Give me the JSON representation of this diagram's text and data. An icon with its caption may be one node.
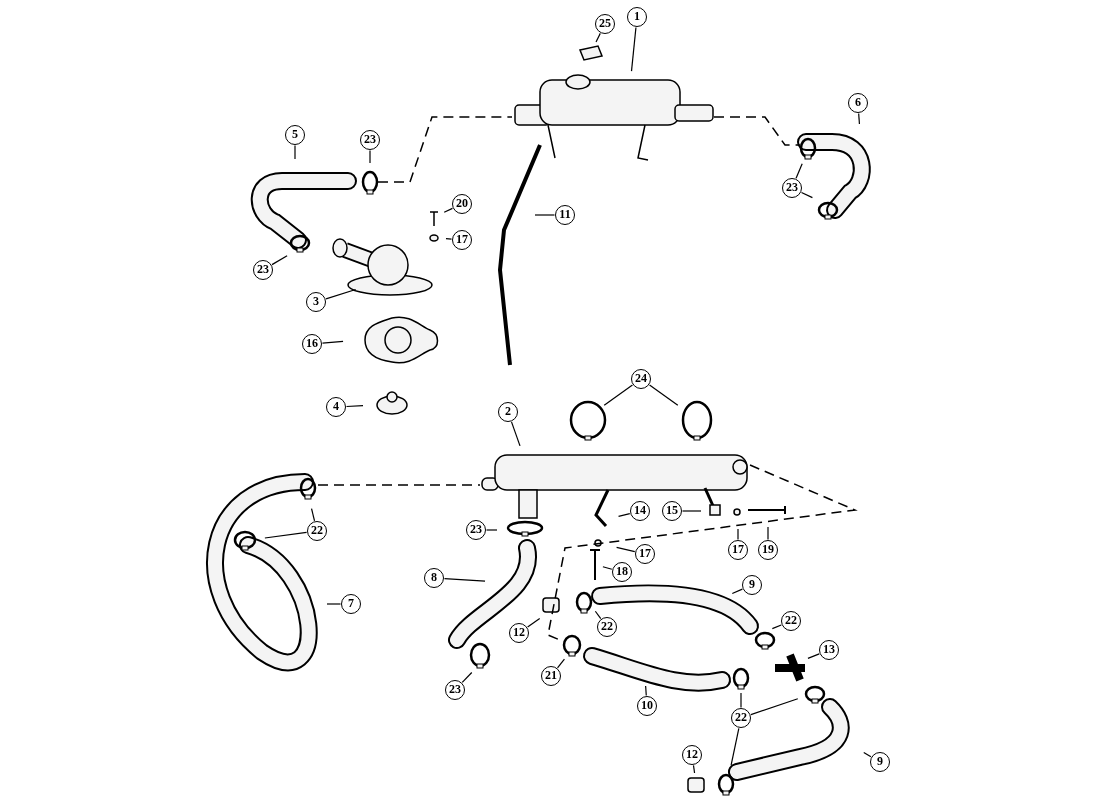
{
  "diagram": {
    "nodes": [
      {
        "text": [
          "1"
        ]
      },
      {
        "text": [
          "25"
        ]
      },
      {
        "text": [
          "5"
        ]
      },
      {
        "text": [
          "23"
        ]
      },
      {
        "text": [
          "6"
        ]
      },
      {
        "text": [
          "23"
        ]
      },
      {
        "text": [
          "20"
        ]
      },
      {
        "text": [
          "11"
        ]
      },
      {
        "text": [
          "17"
        ]
      },
      {
        "text": [
          "23"
        ]
      },
      {
        "text": [
          "3"
        ]
      },
      {
        "text": [
          "16"
        ]
      },
      {
        "text": [
          "4"
        ]
      },
      {
        "text": [
          "24"
        ]
      },
      {
        "text": [
          "2"
        ]
      },
      {
        "text": [
          "22"
        ]
      },
      {
        "text": [
          "14"
        ]
      },
      {
        "text": [
          "15"
        ]
      },
      {
        "text": [
          "23"
        ]
      },
      {
        "text": [
          "7"
        ]
      },
      {
        "text": [
          "17"
        ]
      },
      {
        "text": [
          "18"
        ]
      },
      {
        "text": [
          "17"
        ]
      },
      {
        "text": [
          "19"
        ]
      },
      {
        "text": [
          "8"
        ]
      },
      {
        "text": [
          "9"
        ]
      },
      {
        "text": [
          "12"
        ]
      },
      {
        "text": [
          "22"
        ]
      },
      {
        "text": [
          "22"
        ]
      },
      {
        "text": [
          "13"
        ]
      },
      {
        "text": [
          "21"
        ]
      },
      {
        "text": [
          "10"
        ]
      },
      {
        "text": [
          "23"
        ]
      },
      {
        "text": [
          "22"
        ]
      },
      {
        "text": [
          "12"
        ]
      },
      {
        "text": [
          "9"
        ]
      }
    ],
    "edges": [
      {
        "from": 0,
        "to": null,
        "arrow": "none"
      },
      {
        "from": 1,
        "to": null,
        "arrow": "none"
      },
      {
        "from": 2,
        "to": null,
        "arrow": "none"
      },
      {
        "from": 3,
        "to": null,
        "arrow": "none"
      },
      {
        "from": 4,
        "to": null,
        "arrow": "none"
      },
      {
        "from": 5,
        "to": null,
        "arrow": "none"
      },
      {
        "from": 5,
        "to": null,
        "arrow": "none"
      },
      {
        "from": 6,
        "to": null,
        "arrow": "none"
      },
      {
        "from": 7,
        "to": null,
        "arrow": "none"
      },
      {
        "from": 8,
        "to": null,
        "arrow": "none"
      },
      {
        "from": 9,
        "to": null,
        "arrow": "none"
      },
      {
        "from": 10,
        "to": null,
        "arrow": "none"
      },
      {
        "from": 11,
        "to": null,
        "arrow": "none"
      },
      {
        "from": 12,
        "to": null,
        "arrow": "none"
      },
      {
        "from": 13,
        "to": null,
        "arrow": "none"
      },
      {
        "from": 13,
        "to": null,
        "arrow": "none"
      },
      {
        "from": 14,
        "to": null,
        "arrow": "none"
      },
      {
        "from": 15,
        "to": null,
        "arrow": "none"
      },
      {
        "from": 15,
        "to": null,
        "arrow": "none"
      },
      {
        "from": 16,
        "to": null,
        "arrow": "none"
      },
      {
        "from": 17,
        "to": null,
        "arrow": "none"
      },
      {
        "from": 18,
        "to": null,
        "arrow": "none"
      },
      {
        "from": 19,
        "to": null,
        "arrow": "none"
      },
      {
        "from": 20,
        "to": null,
        "arrow": "none"
      },
      {
        "from": 21,
        "to": null,
        "arrow": "none"
      },
      {
        "from": 22,
        "to": null,
        "arrow": "none"
      },
      {
        "from": 23,
        "to": null,
        "arrow": "none"
      },
      {
        "from": 24,
        "to": null,
        "arrow": "none"
      },
      {
        "from": 25,
        "to": null,
        "arrow": "none"
      },
      {
        "from": 26,
        "to": null,
        "arrow": "none"
      },
      {
        "from": 27,
        "to": null,
        "arrow": "none"
      },
      {
        "from": 28,
        "to": null,
        "arrow": "none"
      },
      {
        "from": 29,
        "to": null,
        "arrow": "none"
      },
      {
        "from": 30,
        "to": null,
        "arrow": "none"
      },
      {
        "from": 31,
        "to": null,
        "arrow": "none"
      },
      {
        "from": 32,
        "to": null,
        "arrow": "none"
      },
      {
        "from": 33,
        "to": null,
        "arrow": "none"
      },
      {
        "from": 33,
        "to": null,
        "arrow": "none"
      },
      {
        "from": 33,
        "to": null,
        "arrow": "none"
      },
      {
        "from": 34,
        "to": null,
        "arrow": "none"
      },
      {
        "from": 35,
        "to": null,
        "arrow": "none"
      }
    ]
  }
}
